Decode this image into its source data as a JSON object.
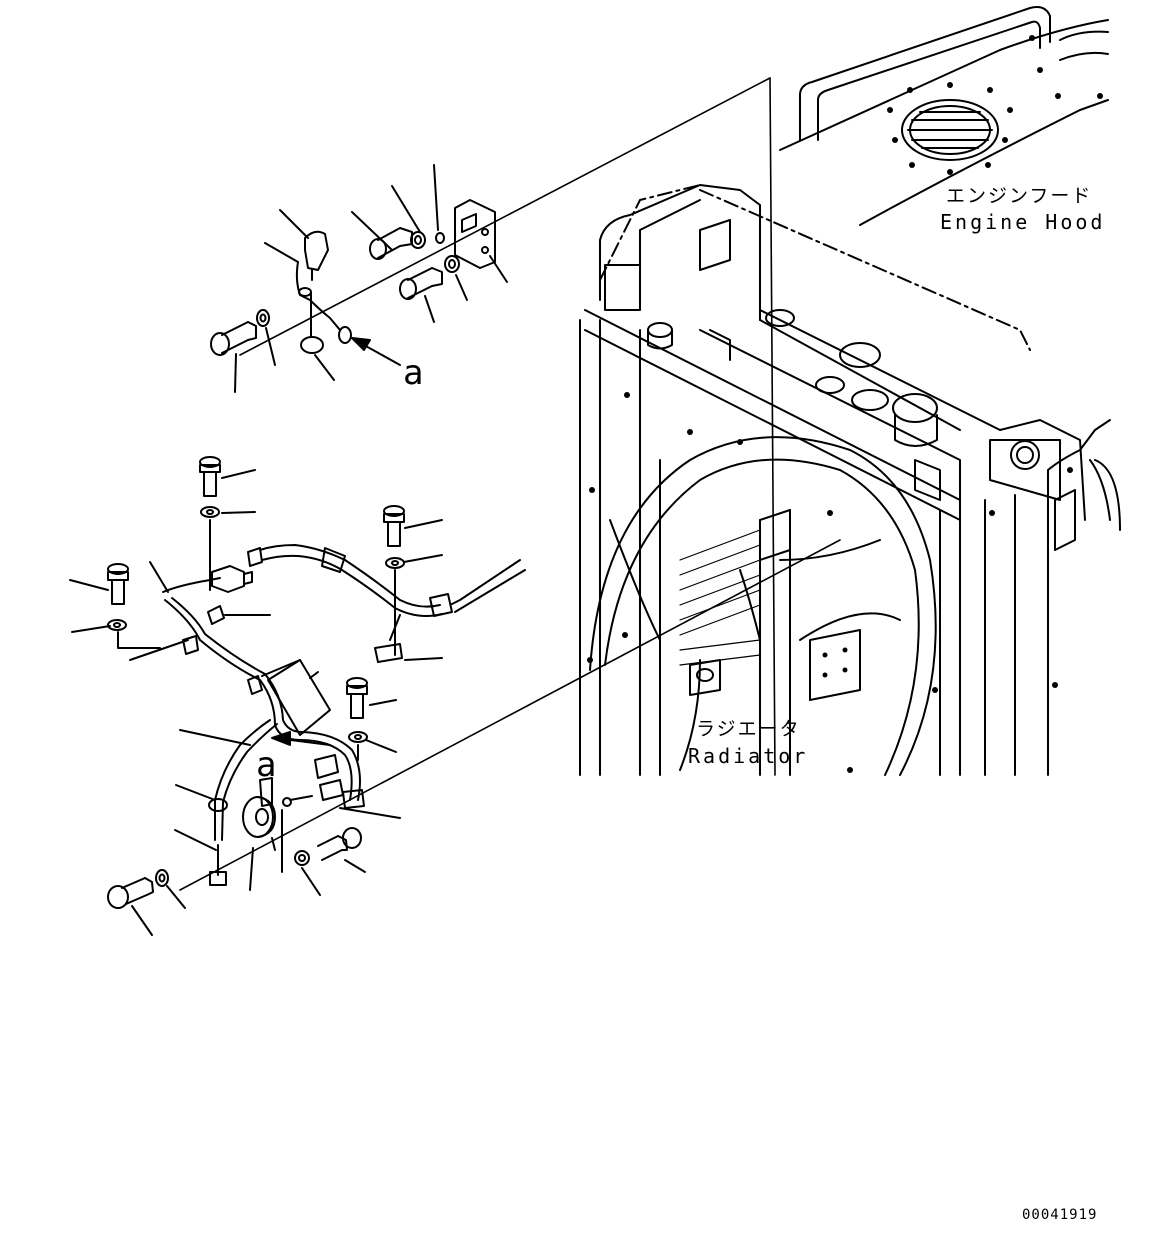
{
  "labels": {
    "engine_hood_jp": "エンジンフード",
    "engine_hood_en": "Engine Hood",
    "radiator_jp": "ラジエータ",
    "radiator_en": "Radiator",
    "detail_marker_top": "a",
    "detail_marker_bottom": "a",
    "drawing_number": "00041919"
  },
  "colors": {
    "line": "#000000",
    "background": "#ffffff"
  }
}
